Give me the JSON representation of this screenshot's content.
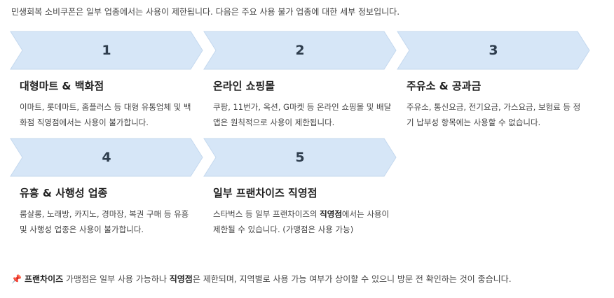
{
  "intro": "민생회복 소비쿠폰은 일부 업종에서는 사용이 제한됩니다. 다음은 주요 사용 불가 업종에 대한 세부 정보입니다.",
  "cards": [
    {
      "number": "1",
      "title": "대형마트 & 백화점",
      "desc": "이마트, 롯데마트, 홈플러스 등 대형 유통업체 및 백화점 직영점에서는 사용이 불가합니다."
    },
    {
      "number": "2",
      "title": "온라인 쇼핑몰",
      "desc": "쿠팡, 11번가, 옥션, G마켓 등 온라인 쇼핑몰 및 배달 앱은 원칙적으로 사용이 제한됩니다."
    },
    {
      "number": "3",
      "title": "주유소 & 공과금",
      "desc": "주유소, 통신요금, 전기요금, 가스요금, 보험료 등 정기 납부성 항목에는 사용할 수 없습니다."
    },
    {
      "number": "4",
      "title": "유흥 & 사행성 업종",
      "desc": "룸살롱, 노래방, 카지노, 경마장, 복권 구매 등 유흥 및 사행성 업종은 사용이 불가합니다."
    },
    {
      "number": "5",
      "title": "일부 프랜차이즈 직영점",
      "desc_before": "스타벅스 등 일부 프랜차이즈의 ",
      "desc_bold": "직영점",
      "desc_after": "에서는 사용이 제한될 수 있습니다. (가맹점은 사용 가능)"
    }
  ],
  "footer": {
    "icon": "pushpin-icon",
    "bold1": "프랜차이즈",
    "text1": " 가맹점은 일부 사용 가능하나 ",
    "bold2": "직영점",
    "text2": "은 제한되며, 지역별로 사용 가능 여부가 상이할 수 있으니 방문 전 확인하는 것이 좋습니다."
  },
  "colors": {
    "chevron_fill": "#d6e6f7",
    "chevron_stroke": "#c4d8ee",
    "pin": "#d2303a"
  }
}
